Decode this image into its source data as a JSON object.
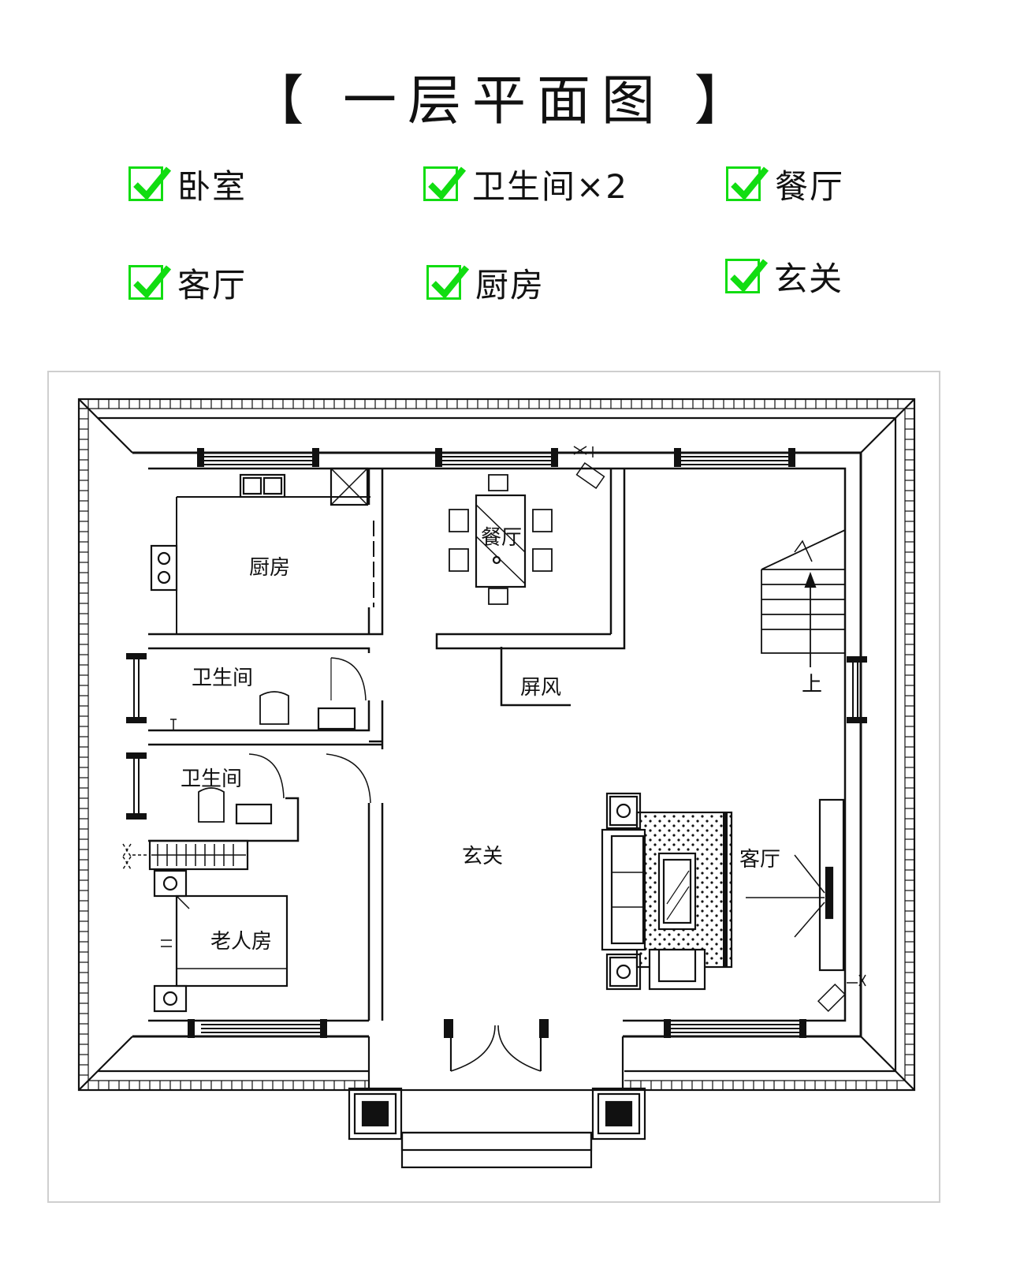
{
  "title": "【 一层平面图 】",
  "features": [
    {
      "label": "卧室"
    },
    {
      "label": "卫生间×2"
    },
    {
      "label": "餐厅"
    },
    {
      "label": "客厅"
    },
    {
      "label": "厨房"
    },
    {
      "label": "玄关"
    }
  ],
  "plan": {
    "rooms": {
      "kitchen": "厨房",
      "dining": "餐厅",
      "bath1": "卫生间",
      "bath2": "卫生间",
      "screen": "屏风",
      "stairs_up": "上",
      "foyer": "玄关",
      "living": "客厅",
      "elder_room": "老人房"
    }
  },
  "colors": {
    "check": "#11dd11",
    "line": "#111111",
    "frame": "#cfcfcf"
  }
}
